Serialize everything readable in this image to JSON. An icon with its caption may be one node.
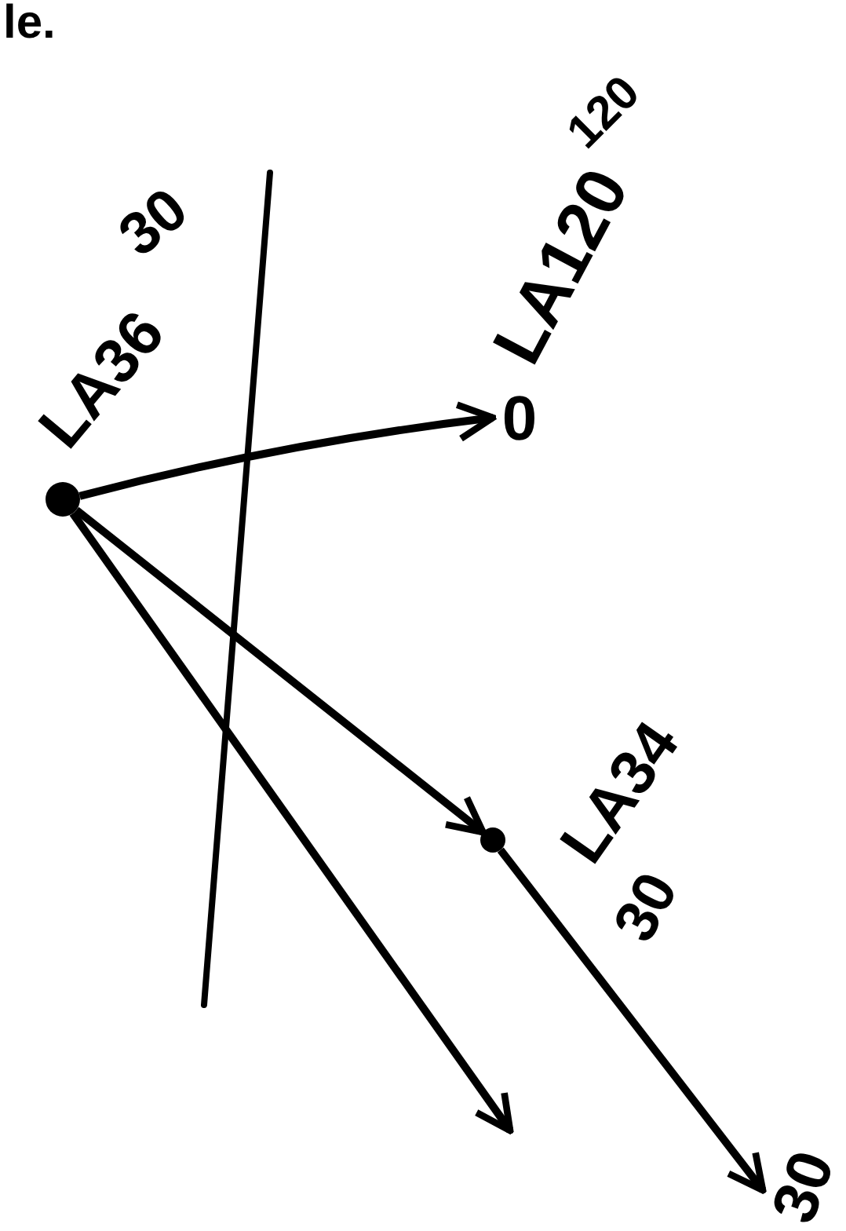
{
  "diagram": {
    "nodes": [
      {
        "text": [
          "LA36"
        ],
        "beside": [
          "30"
        ]
      },
      {
        "text": [
          "0"
        ],
        "beside": [
          "LA120",
          "120"
        ]
      },
      {
        "text": [
          "LA34"
        ],
        "beside": [
          "30"
        ]
      },
      {
        "text": [
          "30"
        ]
      }
    ],
    "edges": [
      {
        "from": 0,
        "to": 1,
        "arrow": "to"
      },
      {
        "from": 0,
        "to": 2,
        "arrow": "to"
      },
      {
        "from": 0,
        "to": null,
        "arrow": "to"
      },
      {
        "from": 2,
        "to": 3,
        "arrow": "to"
      }
    ],
    "labels": [
      "le."
    ]
  }
}
